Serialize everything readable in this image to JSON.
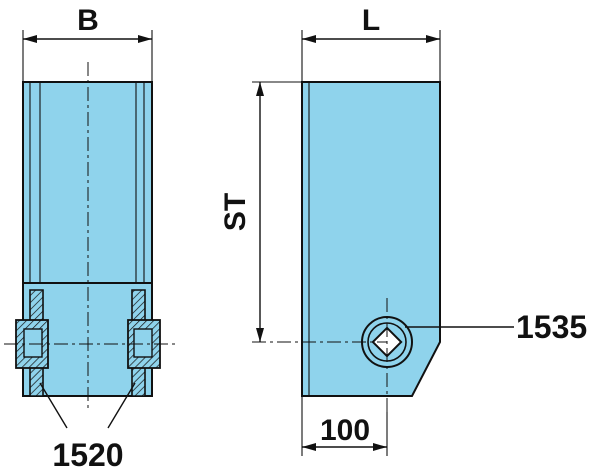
{
  "labels": {
    "width": "B",
    "length": "L",
    "stroke": "ST",
    "offset": "100",
    "part_left": "1520",
    "part_right": "1535"
  },
  "colors": {
    "body_fill": "#8fd3ec",
    "line": "#111111",
    "hatch": "#b08a4a"
  }
}
